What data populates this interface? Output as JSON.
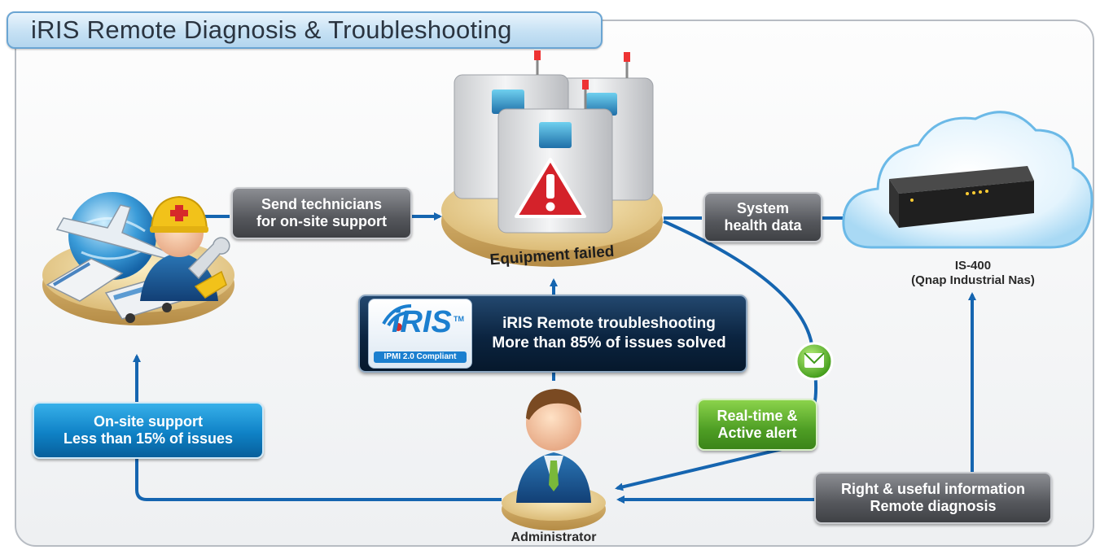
{
  "title": "iRIS Remote Diagnosis & Troubleshooting",
  "labels": {
    "send_technicians": [
      "Send technicians",
      "for on-site support"
    ],
    "equipment_failed": "Equipment failed",
    "system_health": [
      "System",
      "health data"
    ],
    "device_name": [
      "IS-400",
      "(Qnap Industrial Nas)"
    ],
    "iris_remote": [
      "iRIS Remote troubleshooting",
      "More than 85% of issues solved"
    ],
    "onsite_support": [
      "On-site support",
      "Less than 15% of issues"
    ],
    "realtime_alert": [
      "Real-time &",
      "Active alert"
    ],
    "right_info": [
      "Right & useful information",
      "Remote diagnosis"
    ],
    "administrator": "Administrator"
  },
  "iris_logo": {
    "text": "iRIS",
    "tm": "TM",
    "subtitle": "IPMI 2.0 Compliant"
  },
  "colors": {
    "arrow": "#1565b0",
    "title_border": "#6aa5d3",
    "gray_label": "#4a4c51",
    "blue_label": "#0f82c6",
    "green_label": "#4e9e24",
    "navy_label": "#0b2440",
    "warning": "#d4222a"
  },
  "icons": [
    "technician-icon",
    "airplane-icon",
    "globe-icon",
    "train-icon",
    "bus-icon",
    "machine-icon",
    "warning-icon",
    "cloud-icon",
    "nas-device-icon",
    "administrator-icon",
    "email-icon"
  ]
}
